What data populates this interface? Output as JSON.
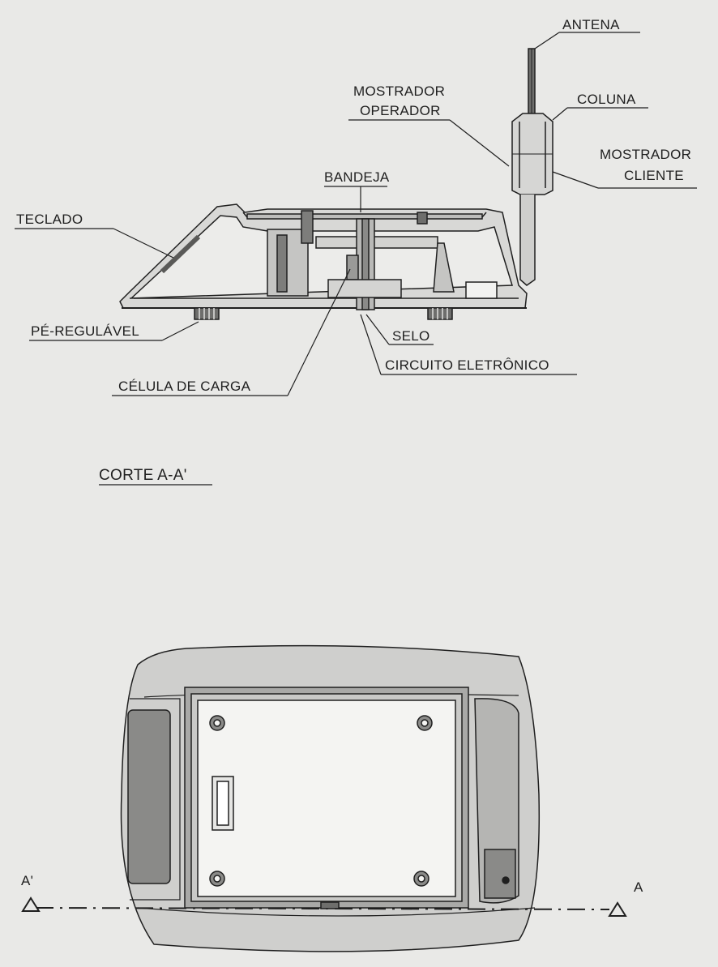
{
  "section_view": {
    "labels": {
      "antena": "ANTENA",
      "mostrador_operador_l1": "MOSTRADOR",
      "mostrador_operador_l2": "OPERADOR",
      "coluna": "COLUNA",
      "mostrador_cliente_l1": "MOSTRADOR",
      "mostrador_cliente_l2": "CLIENTE",
      "bandeja": "BANDEJA",
      "teclado": "TECLADO",
      "pe_regulavel": "PÉ-REGULÁVEL",
      "selo": "SELO",
      "circuito_eletronico": "CIRCUITO ELETRÔNICO",
      "celula_de_carga": "CÉLULA DE CARGA"
    },
    "title": "CORTE  A-A'"
  },
  "plan_view": {
    "marker_left": "A'",
    "marker_right": "A"
  },
  "colors": {
    "ink": "#1f1f1f",
    "paper": "#e9e9e7",
    "body_fill": "#cfcfcd",
    "dark_fill": "#8a8a88",
    "light_fill": "#f4f4f2"
  }
}
